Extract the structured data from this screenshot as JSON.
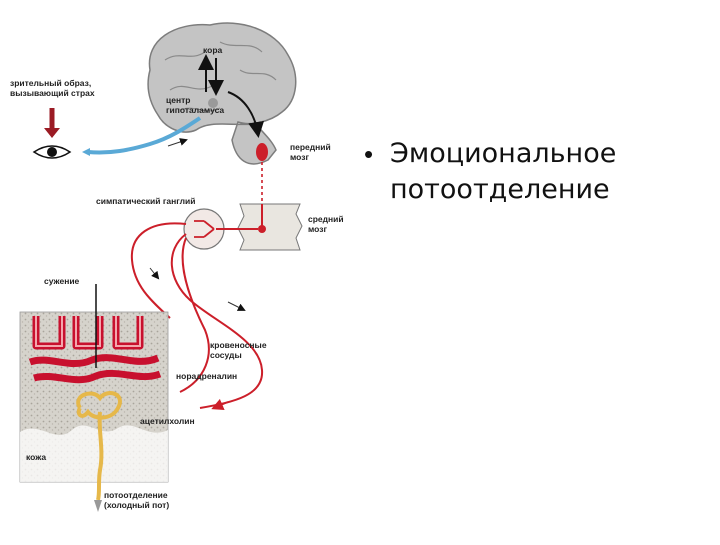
{
  "diagram": {
    "labels": {
      "visual_image": "зрительный образ,\nвызывающий страх",
      "cortex": "кора",
      "hypothalamus_center": "центр\nгипоталамуса",
      "forebrain": "передний\nмозг",
      "sympathetic_ganglion": "симпатический ганглий",
      "midbrain": "средний\nмозг",
      "constriction": "сужение",
      "blood_vessels": "кровеносные\nсосуды",
      "noradrenaline": "норадреналин",
      "acetylcholine": "ацетилхолин",
      "skin": "кожа",
      "sweating": "потоотделение\n(холодный пот)"
    },
    "colors": {
      "nerve_red": "#cc1f2a",
      "blood_vessel_red": "#c8102e",
      "visual_path_blue": "#5aa9d6",
      "brain_gray": "#b8b8b8",
      "sweat_gland_yellow": "#e6b84a",
      "skin_texture": "#d9d6cf"
    }
  },
  "bullet": {
    "text": "Эмоциональное\nпотоотделение"
  }
}
